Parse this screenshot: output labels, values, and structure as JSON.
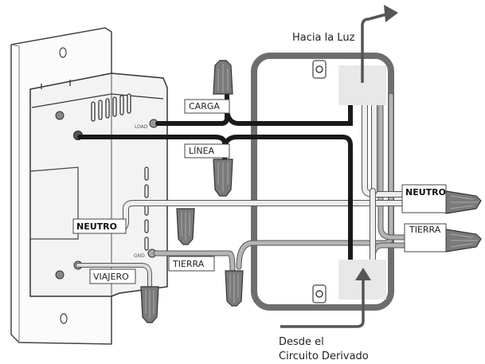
{
  "labels": {
    "to_light": "Hacia la Luz",
    "load": "CARGA",
    "line": "LÍNEA",
    "neutral_switch": "NEUTRO",
    "neutral_box": "NEUTRO",
    "ground_switch": "TIERRA",
    "ground_box": "TIERRA",
    "traveler": "VIAJERO",
    "from_circuit_line1": "Desde el",
    "from_circuit_line2": "Circuito Derivado",
    "terminal_load": "LOAD",
    "terminal_gnd": "GND"
  },
  "colors": {
    "hot_wire": "#1a1a1a",
    "neutral_wire": "#e6e6e6",
    "ground_wire": "#b5b5b5",
    "box_outline": "#6e6e6e",
    "connector": "#7a7a7a"
  }
}
